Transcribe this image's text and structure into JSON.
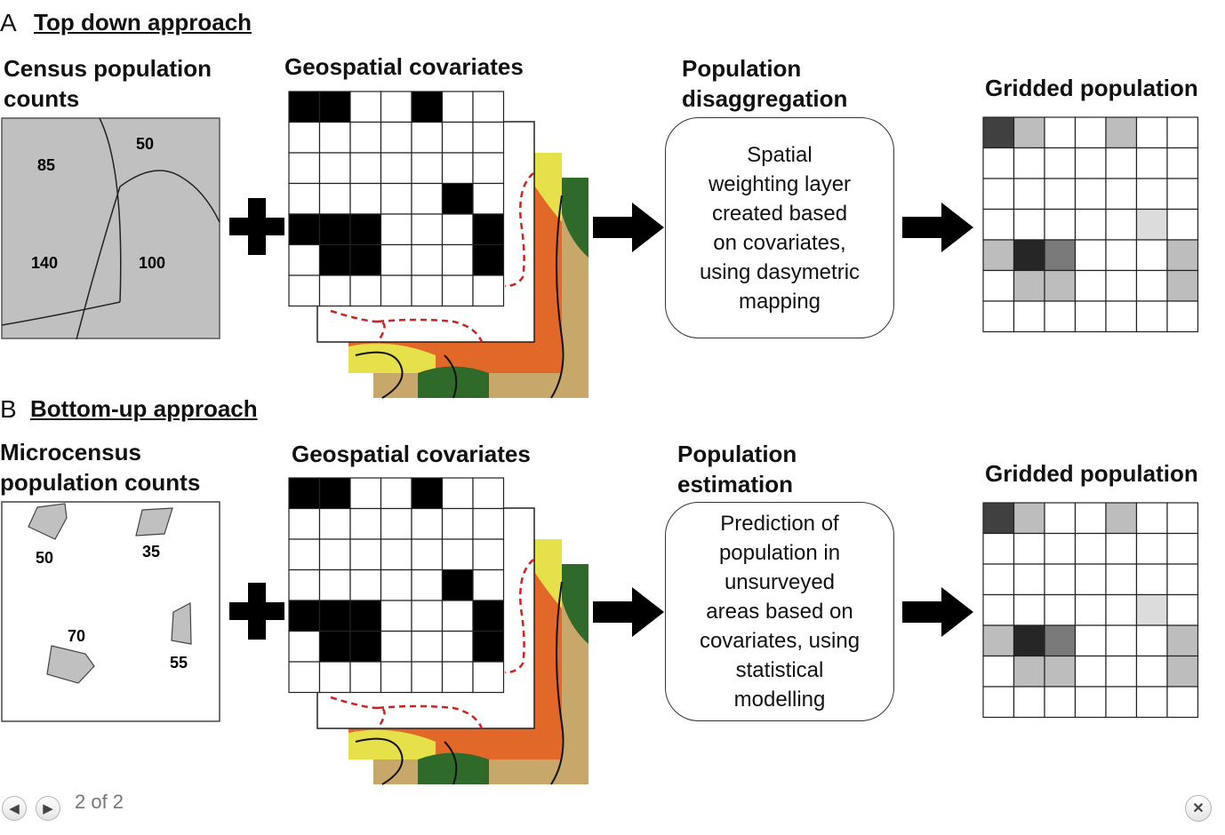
{
  "colors": {
    "region_fill": "#c0c0c0",
    "grid_line": "#222222",
    "black_cell": "#000000",
    "boundary_dashed": "#cc2222",
    "map_orange": "#e2682a",
    "map_yellow": "#e6e14a",
    "map_green": "#2f6a2a",
    "map_tan": "#c7a86a"
  },
  "sections": [
    {
      "letter": "A",
      "title": "Top down approach",
      "input_heading": "Census population\ncounts",
      "covariates_heading": "Geospatial covariates",
      "process_heading": "Population\ndisaggregation",
      "process_text": "Spatial\nweighting layer\ncreated based\non covariates,\nusing dasymetric\nmapping",
      "output_heading": "Gridded population",
      "counts": [
        "85",
        "50",
        "140",
        "100"
      ]
    },
    {
      "letter": "B",
      "title": "Bottom-up approach",
      "input_heading": "Microcensus\npopulation counts",
      "covariates_heading": "Geospatial covariates",
      "process_heading": "Population\nestimation",
      "process_text": "Prediction of\npopulation in\nunsurveyed\nareas based on\ncovariates, using\nstatistical\nmodelling",
      "output_heading": "Gridded population",
      "counts": [
        "50",
        "35",
        "70",
        "55"
      ]
    }
  ],
  "covariate_grid": [
    [
      1,
      1,
      0,
      0,
      1,
      0,
      0
    ],
    [
      0,
      0,
      0,
      0,
      0,
      0,
      0
    ],
    [
      0,
      0,
      0,
      0,
      0,
      0,
      0
    ],
    [
      0,
      0,
      0,
      0,
      0,
      1,
      0
    ],
    [
      1,
      1,
      1,
      0,
      0,
      0,
      1
    ],
    [
      0,
      1,
      1,
      0,
      0,
      0,
      1
    ],
    [
      0,
      0,
      0,
      0,
      0,
      0,
      0
    ]
  ],
  "output_grid": [
    [
      "#404040",
      "#bdbdbd",
      "#ffffff",
      "#ffffff",
      "#bdbdbd",
      "#ffffff",
      "#ffffff"
    ],
    [
      "#ffffff",
      "#ffffff",
      "#ffffff",
      "#ffffff",
      "#ffffff",
      "#ffffff",
      "#ffffff"
    ],
    [
      "#ffffff",
      "#ffffff",
      "#ffffff",
      "#ffffff",
      "#ffffff",
      "#ffffff",
      "#ffffff"
    ],
    [
      "#ffffff",
      "#ffffff",
      "#ffffff",
      "#ffffff",
      "#ffffff",
      "#dcdcdc",
      "#ffffff"
    ],
    [
      "#bdbdbd",
      "#262626",
      "#7a7a7a",
      "#ffffff",
      "#ffffff",
      "#ffffff",
      "#bdbdbd"
    ],
    [
      "#ffffff",
      "#bdbdbd",
      "#bdbdbd",
      "#ffffff",
      "#ffffff",
      "#ffffff",
      "#bdbdbd"
    ],
    [
      "#ffffff",
      "#ffffff",
      "#ffffff",
      "#ffffff",
      "#ffffff",
      "#ffffff",
      "#ffffff"
    ]
  ],
  "viewer": {
    "prev_icon": "left-arrow-icon",
    "next_icon": "right-arrow-icon",
    "close_icon": "close-icon",
    "page_label": "2 of 2"
  }
}
